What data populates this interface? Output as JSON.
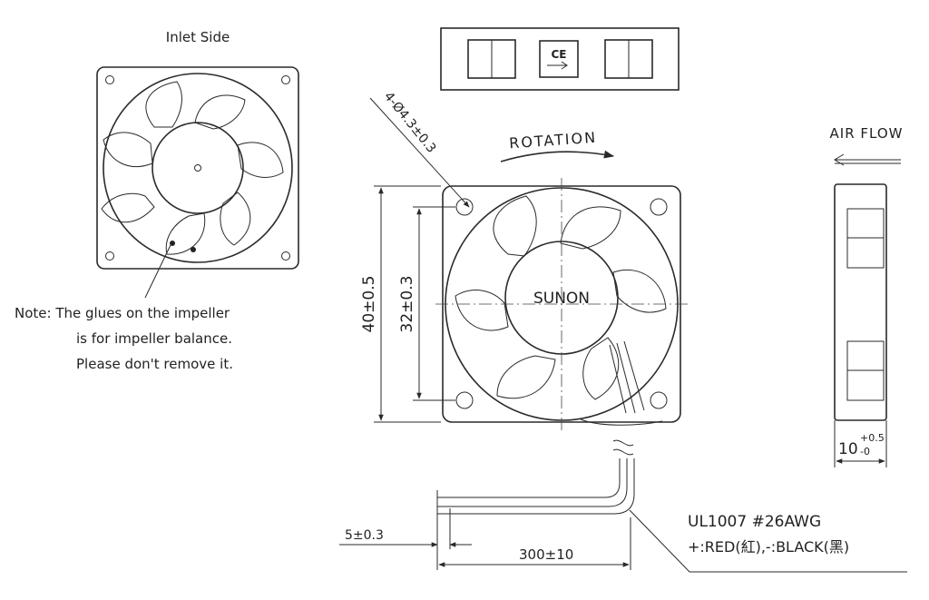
{
  "inlet_view": {
    "title": "Inlet Side",
    "note_line1": "Note: The glues on the impeller",
    "note_line2": "is for impeller balance.",
    "note_line3": "Please don't remove it."
  },
  "label_view": {
    "marking": "CE"
  },
  "front_view": {
    "brand": "SUNON",
    "rotation_label": "ROTATION",
    "hole_spec": "4-Ø4.3±0.3",
    "outer_size": "40±0.5",
    "hole_pitch": "32±0.3"
  },
  "side_view": {
    "airflow_label": "AIR FLOW",
    "thickness": "10",
    "tol_upper": "+0.5",
    "tol_lower": "-0"
  },
  "leads": {
    "strip_length": "5±0.3",
    "lead_length": "300±10",
    "wire_spec": "UL1007  #26AWG",
    "polarity": "+:RED(紅),-:BLACK(黑)"
  }
}
